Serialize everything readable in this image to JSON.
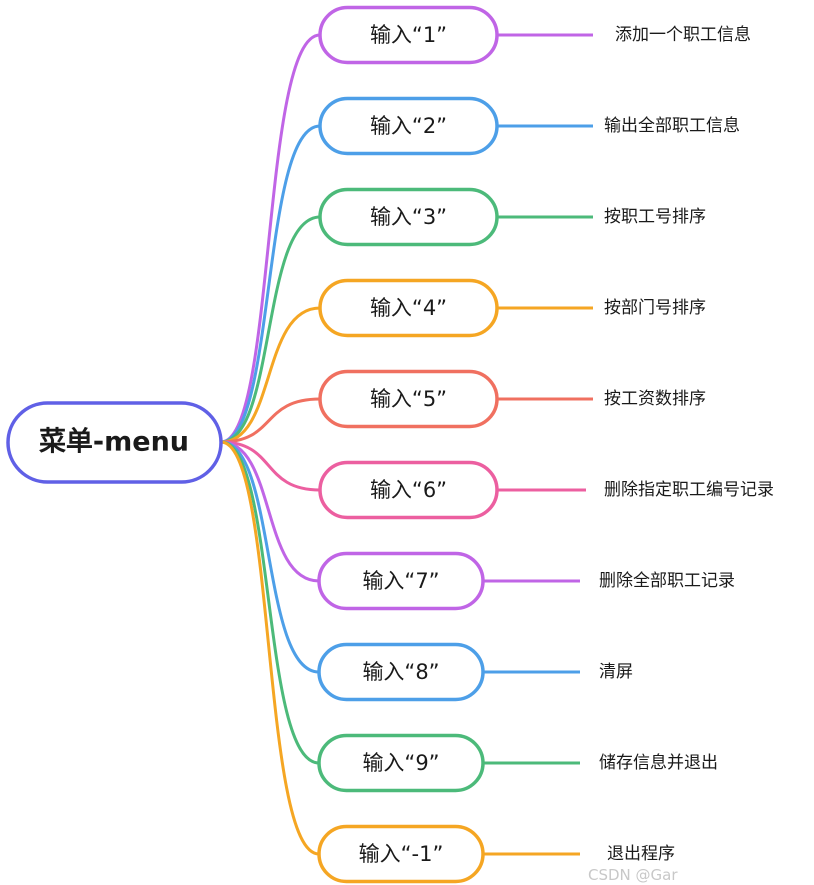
{
  "root": {
    "label": "菜单-menu",
    "color": "#6060e6"
  },
  "branches": [
    {
      "label": "输入“1”",
      "leaf": "添加一个职工信息",
      "color": "#c065e6"
    },
    {
      "label": "输入“2”",
      "leaf": "输出全部职工信息",
      "color": "#4d9fe8"
    },
    {
      "label": "输入“3”",
      "leaf": "按职工号排序",
      "color": "#4cba7a"
    },
    {
      "label": "输入“4”",
      "leaf": "按部门号排序",
      "color": "#f5a623"
    },
    {
      "label": "输入“5”",
      "leaf": "按工资数排序",
      "color": "#f07060"
    },
    {
      "label": "输入“6”",
      "leaf": "删除指定职工编号记录",
      "color": "#ec5fa0"
    },
    {
      "label": "输入“7”",
      "leaf": "删除全部职工记录",
      "color": "#c065e6"
    },
    {
      "label": "输入“8”",
      "leaf": "清屏",
      "color": "#4d9fe8"
    },
    {
      "label": "输入“9”",
      "leaf": "储存信息并退出",
      "color": "#4cba7a"
    },
    {
      "label": "输入“-1”",
      "leaf": "退出程序",
      "color": "#f5a623"
    }
  ],
  "watermark": "CSDN @Gar"
}
